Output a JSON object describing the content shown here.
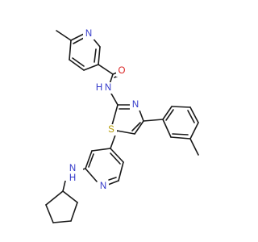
{
  "molecule": {
    "atoms": {
      "n_pyridine_top": "N",
      "o_carbonyl": "O",
      "n_amide": "N",
      "h_amide": "H",
      "n_thiazole": "N",
      "s_thiazole": "S",
      "n_pyridine_bottom": "N",
      "n_amine": "N",
      "h_amine": "H"
    }
  },
  "colors": {
    "bond": "#1a1a1a",
    "nitrogen": "#2f35c8",
    "oxygen": "#d81c1c",
    "sulfur": "#b39a00"
  }
}
